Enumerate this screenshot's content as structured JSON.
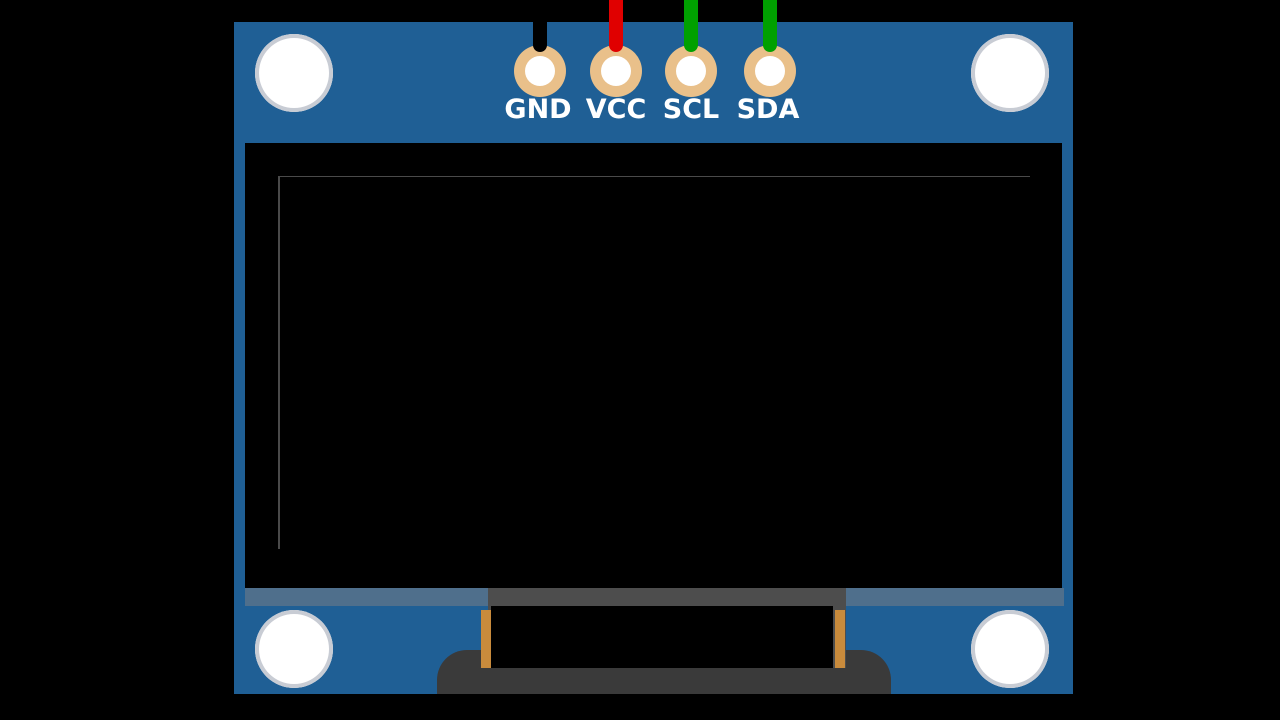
{
  "module": {
    "pins": [
      {
        "label": "GND",
        "wire_color": "#000000"
      },
      {
        "label": "VCC",
        "wire_color": "#e00000"
      },
      {
        "label": "SCL",
        "wire_color": "#00a000"
      },
      {
        "label": "SDA",
        "wire_color": "#00a000"
      }
    ],
    "colors": {
      "pcb": "#1f5f95",
      "pad_ring": "#e9c08a",
      "mount_hole": "#ffffff",
      "screen": "#000000",
      "ribbon_tab": "#c98b3c"
    }
  }
}
